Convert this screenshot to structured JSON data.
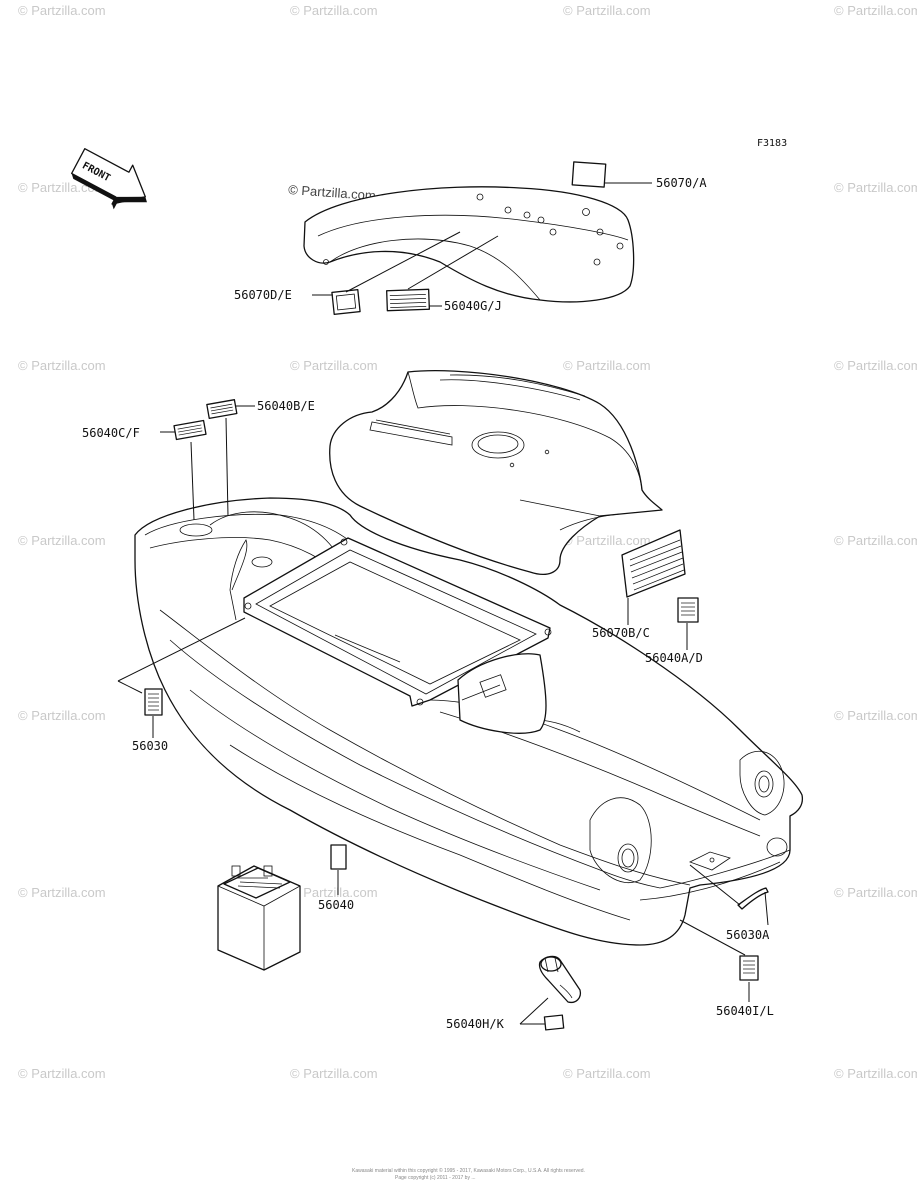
{
  "figure_code": "F3183",
  "watermark_text": "© Partzilla.com",
  "brand_watermark": "© Partzilla.com",
  "front_arrow_label": "FRONT",
  "footer_lines": [
    "Kawasaki material within this copyright © 1995 - 2017, Kawasaki Motors Corp., U.S.A. All rights reserved.",
    "Page copyright (c) 2011 - 2017 by ..."
  ],
  "callouts": {
    "c56070A": "56070/A",
    "c56070DE": "56070D/E",
    "c56040GJ": "56040G/J",
    "c56040BE": "56040B/E",
    "c56040CF": "56040C/F",
    "c56070BC": "56070B/C",
    "c56040AD": "56040A/D",
    "c56030": "56030",
    "c56040": "56040",
    "c56030A": "56030A",
    "c56040IL": "56040I/L",
    "c56040HK": "56040H/K"
  }
}
